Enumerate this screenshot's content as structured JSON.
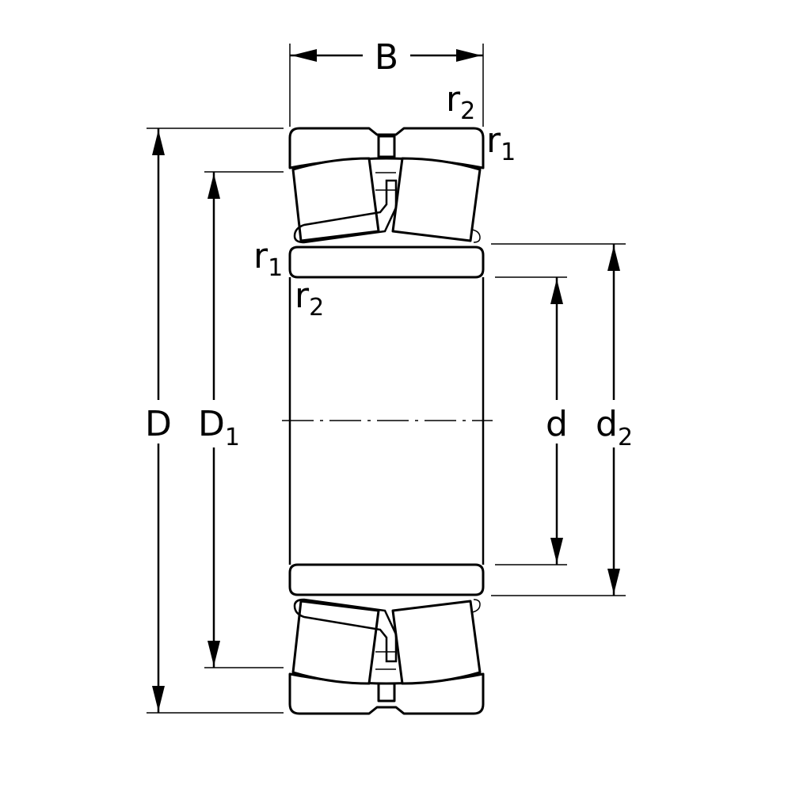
{
  "labels": {
    "B": "B",
    "D": "D",
    "D1_main": "D",
    "D1_sub": "1",
    "d": "d",
    "d2_main": "d",
    "d2_sub": "2",
    "r1_top_main": "r",
    "r1_top_sub": "1",
    "r2_top_main": "r",
    "r2_top_sub": "2",
    "r1_mid_main": "r",
    "r1_mid_sub": "1",
    "r2_mid_main": "r",
    "r2_mid_sub": "2"
  }
}
